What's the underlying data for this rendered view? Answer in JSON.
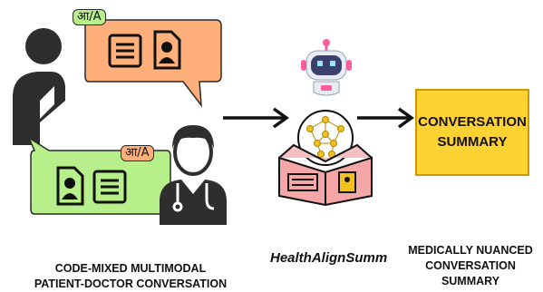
{
  "badges": {
    "patient_lang": "आ/A",
    "doctor_lang": "आ/A"
  },
  "model": {
    "name": "HealthAlignSumm"
  },
  "summary_box": {
    "line1": "CONVERSATION",
    "line2": "SUMMARY"
  },
  "captions": {
    "input": "CODE-MIXED MULTIMODAL PATIENT-DOCTOR CONVERSATION",
    "output_line1": "MEDICALLY NUANCED",
    "output_line2": "CONVERSATION SUMMARY"
  },
  "colors": {
    "orange_bubble": "#ffb07a",
    "green_bubble": "#b7ef8a",
    "summary_yellow": "#ffd233",
    "book_pink": "#f5a6a6",
    "robot_pink": "#ff5c9b",
    "brain_gold": "#f4c020"
  }
}
